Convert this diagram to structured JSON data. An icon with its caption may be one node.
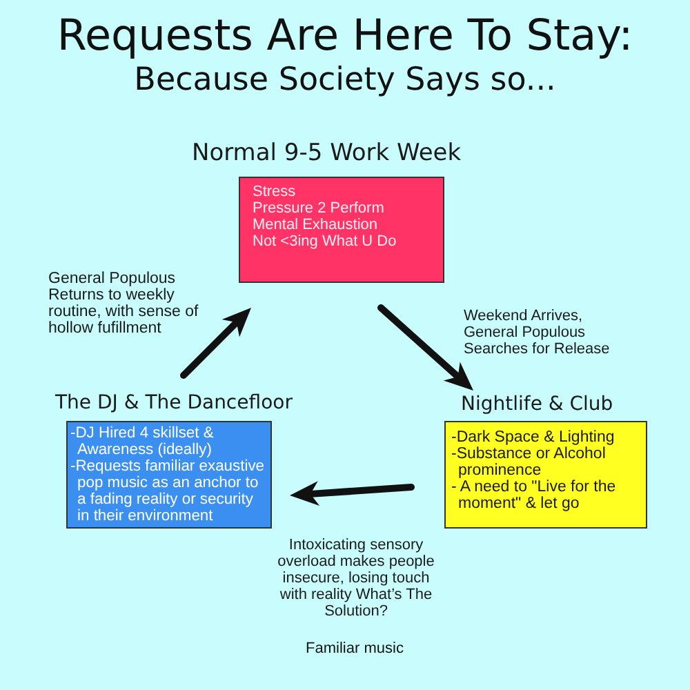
{
  "diagram": {
    "title": "Requests Are Here To Stay:",
    "nodes": [
      {
        "text": [
          "Normal 9-5 Work Week",
          "Stress",
          "Pressure 2 Perform",
          "Mental Exhaustion",
          "Not <3ing What U Do"
        ]
      },
      {
        "text": [
          "The DJ & The Dancefloor",
          "-DJ Hired 4 skillset & Awareness (ideally)",
          "-Requests familiar exaustive pop music as an anchor to a fading reality or security in their environment"
        ]
      },
      {
        "text": [
          "Nightlife & Club",
          "-Dark Space & Lighting",
          "-Substance or Alcohol prominence",
          "- A need to \"Live for the moment\" & let go"
        ]
      }
    ],
    "edges": [
      {
        "from": 0,
        "to": 2,
        "arrow": "to",
        "label": "Weekend Arrives, General Populous Searches for Release"
      },
      {
        "from": 2,
        "to": 1,
        "arrow": "to",
        "label": "Intoxicating sensory overload makes people insecure, losing touch with reality What’s The Solution?"
      },
      {
        "from": 1,
        "to": 0,
        "arrow": "to",
        "label": "General Populous Returns to weekly routine, with sense of hollow fufillment"
      }
    ],
    "labels": [
      "Because Society Says so...",
      "Familiar music"
    ]
  }
}
